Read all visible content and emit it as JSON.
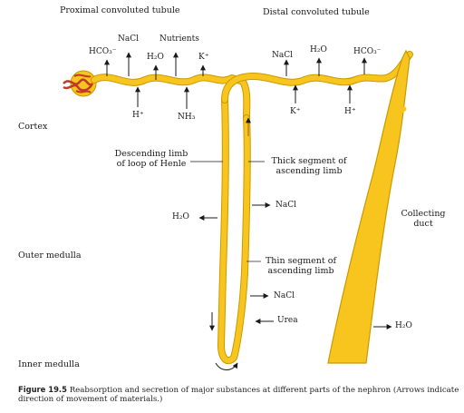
{
  "headings": {
    "proximal": "Proximal convoluted tubule",
    "distal": "Distal convoluted tubule"
  },
  "zones": {
    "cortex": "Cortex",
    "outer_medulla": "Outer medulla",
    "inner_medulla": "Inner medulla"
  },
  "labels": {
    "descending_limb": "Descending limb of loop of Henle",
    "thick_segment": "Thick segment of ascending limb",
    "thin_segment": "Thin segment of ascending limb",
    "collecting_duct": "Collecting duct"
  },
  "substances": {
    "pct_hco3": "HCO₃⁻",
    "pct_nacl": "NaCl",
    "pct_h2o": "H₂O",
    "pct_nutrients": "Nutrients",
    "pct_k": "K⁺",
    "pct_h": "H⁺",
    "pct_nh3": "NH₃",
    "dct_nacl": "NaCl",
    "dct_h2o": "H₂O",
    "dct_hco3": "HCO₃⁻",
    "dct_k": "K⁺",
    "dct_h": "H⁺",
    "loop_h2o": "H₂O",
    "thick_nacl": "NaCl",
    "thin_nacl": "NaCl",
    "urea": "Urea",
    "cd_h2o": "H₂O"
  },
  "caption": {
    "figure": "Figure 19.5",
    "text": "Reabsorption and secretion of major substances at different parts of the nephron (Arrows indicate direction of movement of materials.)"
  },
  "colors": {
    "tubule_fill": "#f7c51e",
    "tubule_outline": "#c99a00",
    "glomerulus": "#c0392b",
    "arrow": "#1a1a1a"
  }
}
